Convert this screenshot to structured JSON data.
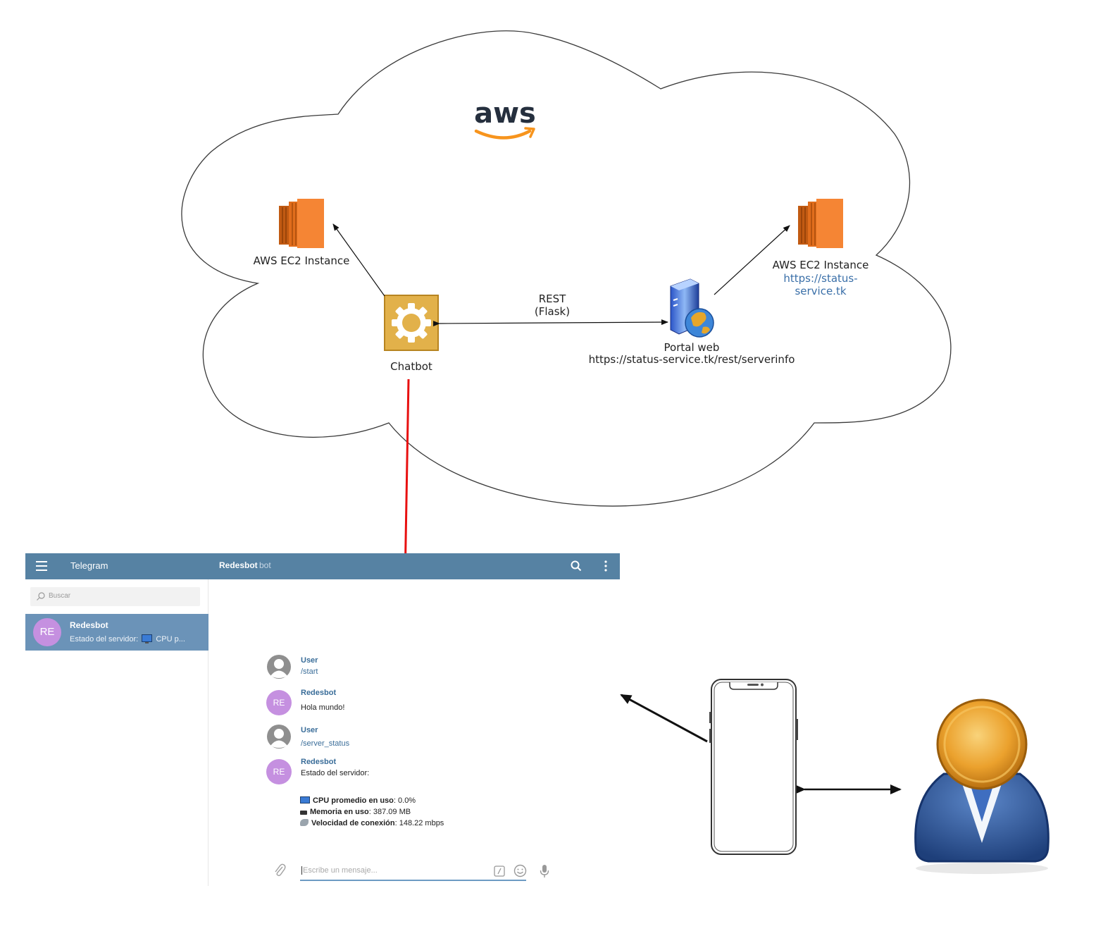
{
  "diagram": {
    "logo_text": "aws",
    "ec2_left_label": "AWS EC2 Instance",
    "ec2_right_label": "AWS EC2 Instance",
    "ec2_right_link": "https://status-\nservice.tk",
    "chatbot_label": "Chatbot",
    "rest_label": "REST\n(Flask)",
    "portal_label": "Portal web",
    "portal_url": "https://status-service.tk/rest/serverinfo",
    "colors": {
      "aws_orange": "#f7941d",
      "ec2_orange": "#f58534",
      "ec2_dark": "#c15a12",
      "chatbot_gold": "#e2b14a",
      "arrow_red": "#e81010"
    },
    "icons": [
      "ec2-instance-icon",
      "chatbot-gear-icon",
      "web-portal-server-icon",
      "smartphone-icon",
      "user-person-icon"
    ]
  },
  "telegram": {
    "app_title": "Telegram",
    "chat_title": "Redesbot",
    "chat_subtitle": "bot",
    "search_placeholder": "Buscar",
    "dialog": {
      "avatar": "RE",
      "name": "Redesbot",
      "preview_prefix": "Estado del servidor:",
      "preview_suffix": "CPU p..."
    },
    "messages": [
      {
        "from": "User",
        "text": "/start",
        "avatar": "user"
      },
      {
        "from": "Redesbot",
        "text": "Hola mundo!",
        "avatar": "RE"
      },
      {
        "from": "User",
        "text": "/server_status",
        "avatar": "user"
      },
      {
        "from": "Redesbot",
        "text": "Estado del servidor:",
        "avatar": "RE"
      }
    ],
    "stats": [
      {
        "label": "CPU promedio en uso",
        "value": ": 0.0%"
      },
      {
        "label": "Memoria en uso",
        "value": ": 387.09 MB"
      },
      {
        "label": "Velocidad de conexión",
        "value": ": 148.22 mbps"
      }
    ],
    "composer_placeholder": "Escribe un mensaje..."
  }
}
